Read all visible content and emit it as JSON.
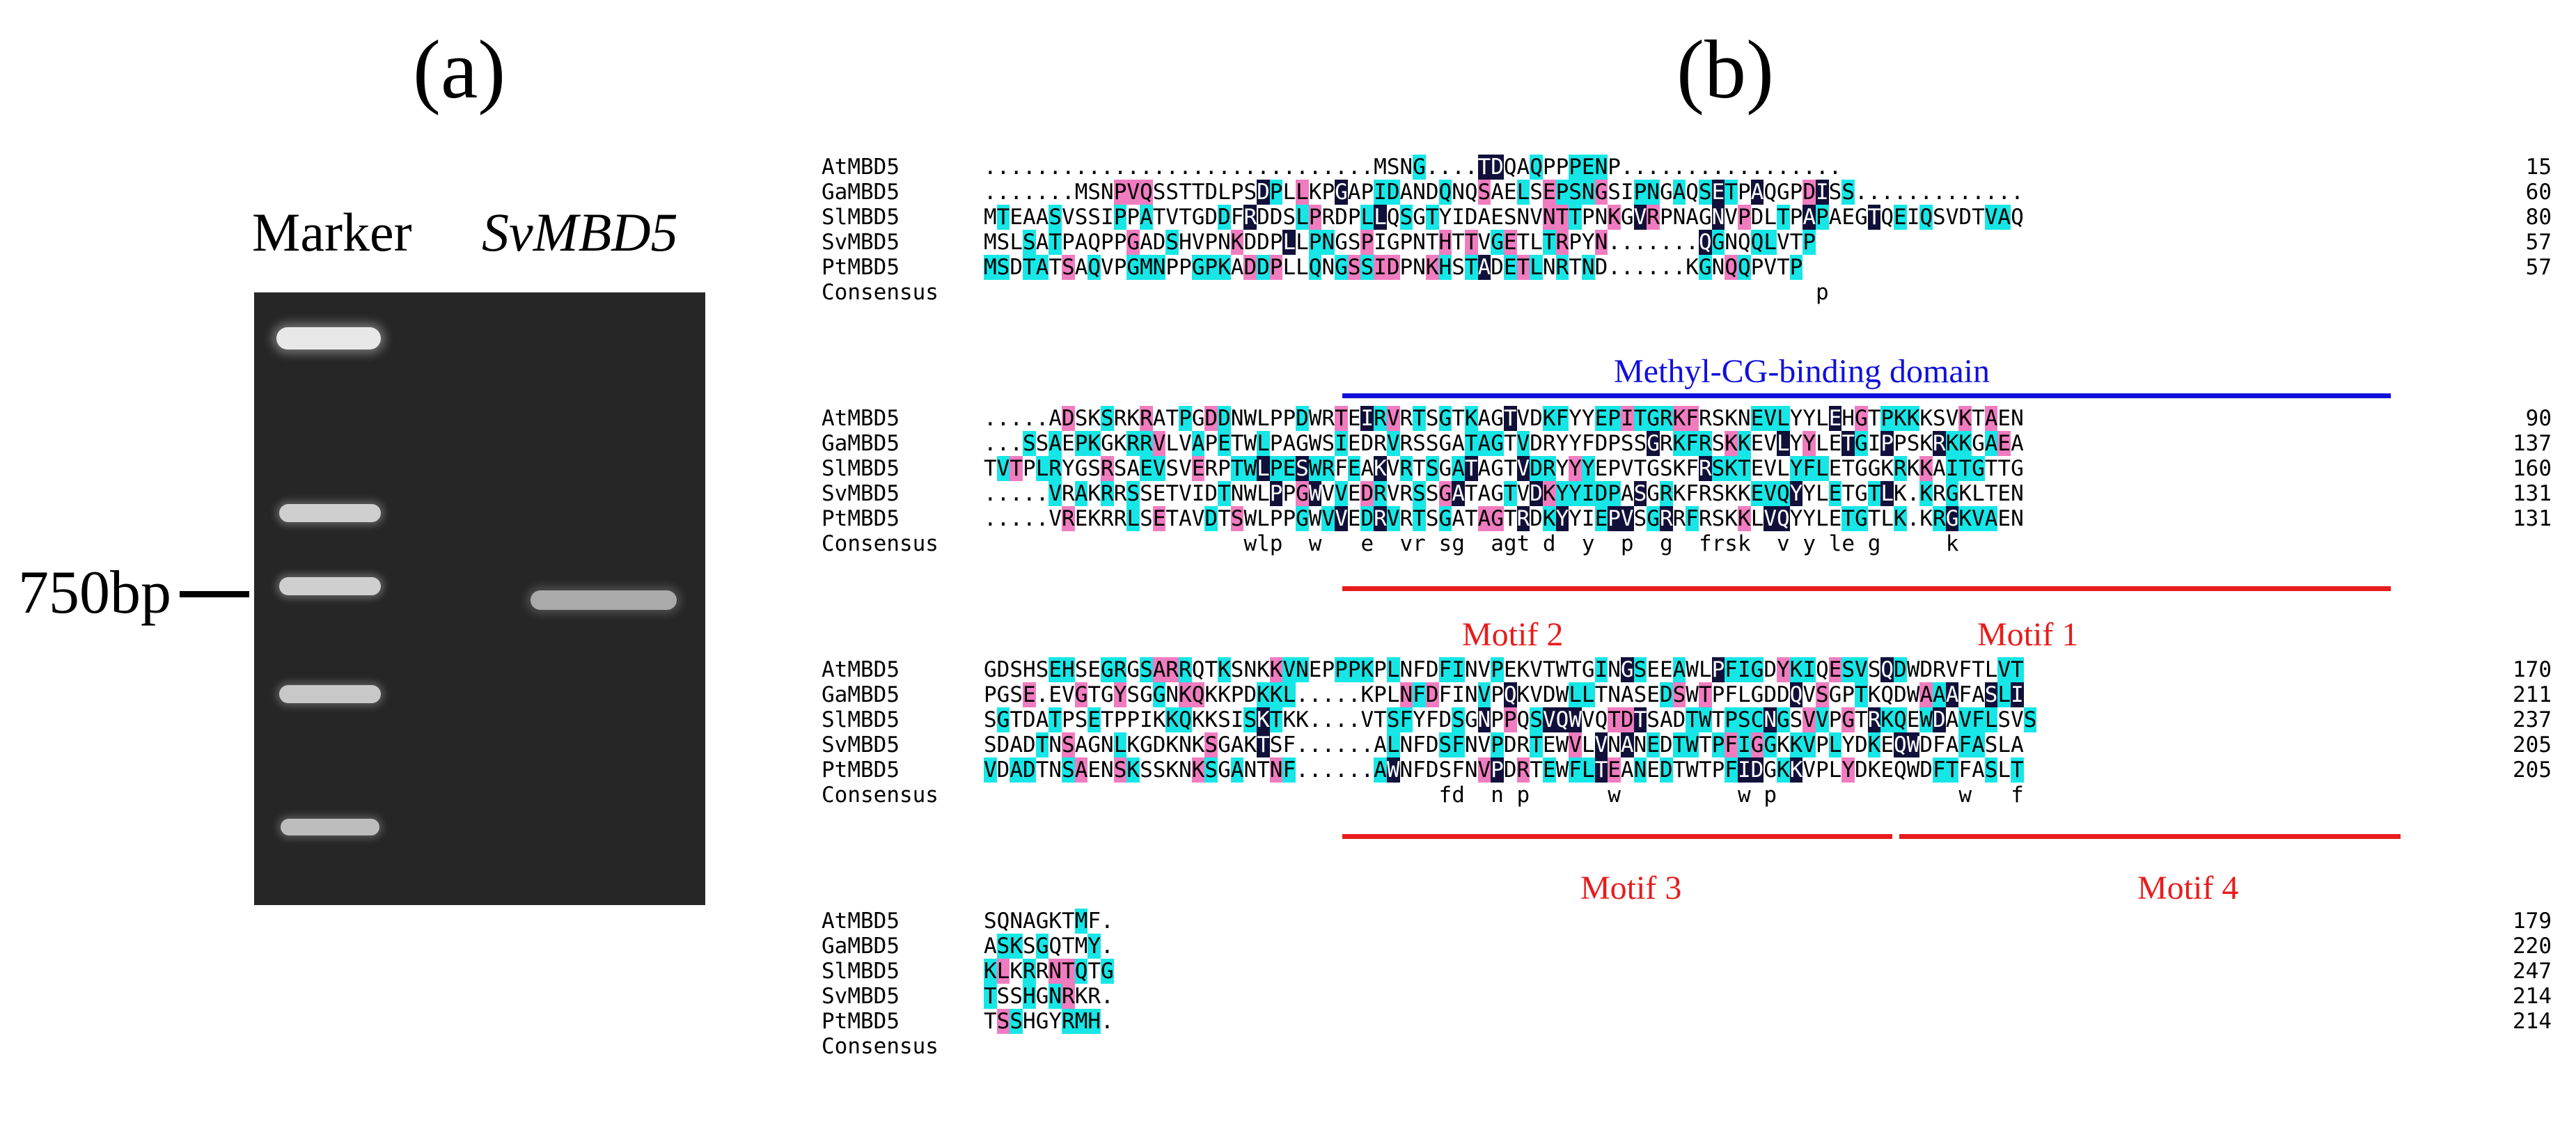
{
  "panel_a": {
    "label": "(a)",
    "lane_headers": [
      "Marker",
      "SvMBD5"
    ],
    "size_marker": "750bp"
  },
  "panel_b": {
    "label": "(b)",
    "blocks": [
      {
        "rows": [
          {
            "name": "AtMBD5",
            "seq": "..............................MSNG....TDQAQPPPENP.................",
            "num": "15"
          },
          {
            "name": "GaMBD5",
            "seq": ".......MSNPVQSSTTDLPSDPLLKPGAPIDANDQNQSAELSEPSNGSIPNGAQSETPAQGPDISS.............",
            "num": "60"
          },
          {
            "name": "SlMBD5",
            "seq": "MTEAASVSSIPPATVTGDDFRDDSLPRDPLLQSGTYIDAESNVNTTPNKGVRPNAGNVPDLTPAPAEGTQEIQSVDTVAQ",
            "num": "80"
          },
          {
            "name": "SvMBD5",
            "seq": "MSLSATPAQPPGADSHVPNKDDPLLPNGSPIGPNTHTTVGETLTRPYN.......QGNQQLVTP",
            "num": "57"
          },
          {
            "name": "PtMBD5",
            "seq": "MSDTATSAQVPGMNPPGPKADDPLLQNGSSIDPNKHSTADETLNRTND......KGNQQPVTP",
            "num": "57"
          },
          {
            "name": "Consensus",
            "seq": "                                                                p",
            "num": ""
          }
        ]
      },
      {
        "rows": [
          {
            "name": "AtMBD5",
            "seq": ".....ADSKSRKRATPGDDNWLPPDWRTEIRVRTSGTKAGTVDKFYYEPITGRKFRSKNEVLYYLEHGTPKKKSVKTAEN",
            "num": "90"
          },
          {
            "name": "GaMBD5",
            "seq": "...SSAEPKGKRRVLVAPETWLPAGWSIEDRVRSSGATAGTVDRYYFDPSSGRKFRSKKEVLYYLETGIPPSKRKKGAEA",
            "num": "137"
          },
          {
            "name": "SlMBD5",
            "seq": "TVTPLRYGSRSAEVSVERPTWLPESWRFEAKVRTSGATAGTVDRYYYEPVTGSKFRSKTEVLYFLETGGKRKKAITGTTG",
            "num": "160"
          },
          {
            "name": "SvMBD5",
            "seq": ".....VRAKRRSSETVIDTNWLPPGWVVEDRVRSSGATAGTVDKYYIDPASGRKFRSKKEVQYYLETGTLK.KRGKLTEN",
            "num": "131"
          },
          {
            "name": "PtMBD5",
            "seq": ".....VREKRRLSETAVDTSWLPPGWVVEDRVRTSGATAGTRDKYYIEPVSGRRFRSKKLVQYYLETGTLK.KRGKVAEN",
            "num": "131"
          },
          {
            "name": "Consensus",
            "seq": "                    wlp  w   e  vr sg  agt d  y  p  g  frsk  v y le g     k",
            "num": ""
          }
        ],
        "annotations": [
          "Methyl-CG-binding domain",
          "Motif 2",
          "Motif 1"
        ]
      },
      {
        "rows": [
          {
            "name": "AtMBD5",
            "seq": "GDSHSEHSEGRGSARRQTKSNKKVNEPPPKPLNFDFINVPEKVTWTGINGSEEAWLPFIGDYKIQESVSQDWDRVFTLVT",
            "num": "170"
          },
          {
            "name": "GaMBD5",
            "seq": "PGSE.EVGTGYSGGNKQKKPDKKL.....KPLNFDFINVPQKVDWLLTNASEDSWTPFLGDDQVSGPTKQDWAAAFASLI",
            "num": "211"
          },
          {
            "name": "SlMBD5",
            "seq": "SGTDATPSETPPIKKQKKSISKTKK....VTSFYFDSGNPPQSVQWVQTDTSADTWTPSCNGSVVPGTRKQEWDAVFLSVS",
            "num": "237"
          },
          {
            "name": "SvMBD5",
            "seq": "SDADTNSAGNLKGDKNKSGAKTSF......ALNFDSFNVPDRTEWVLVNANEDTWTPFIGGKKVPLYDKEQWDFAFASLA",
            "num": "205"
          },
          {
            "name": "PtMBD5",
            "seq": "VDADTNSAENSKSSKNKSGANTNF......AWNFDSFNVPDRTEWFLTEANEDTWTPFIDGKKVPLYDKEQWDFTFASLT",
            "num": "205"
          },
          {
            "name": "Consensus",
            "seq": "                                   fd  n p      w         w p              w   f",
            "num": ""
          }
        ],
        "annotations": [
          "Motif 3",
          "Motif 4"
        ]
      },
      {
        "rows": [
          {
            "name": "AtMBD5",
            "seq": "SQNAGKTMF.",
            "num": "179"
          },
          {
            "name": "GaMBD5",
            "seq": "ASKSGQTMY.",
            "num": "220"
          },
          {
            "name": "SlMBD5",
            "seq": "KLKRRNTQTG",
            "num": "247"
          },
          {
            "name": "SvMBD5",
            "seq": "TSSHGNRKR.",
            "num": "214"
          },
          {
            "name": "PtMBD5",
            "seq": "TSSHGYRMH.",
            "num": "214"
          },
          {
            "name": "Consensus",
            "seq": "",
            "num": ""
          }
        ]
      }
    ],
    "colors": {
      "identical": "#10103a",
      "similar_high": "#f07cc0",
      "similar_low": "#17e6e6",
      "domain_line": "#1010dd",
      "motif_line": "#e81c1c"
    }
  }
}
